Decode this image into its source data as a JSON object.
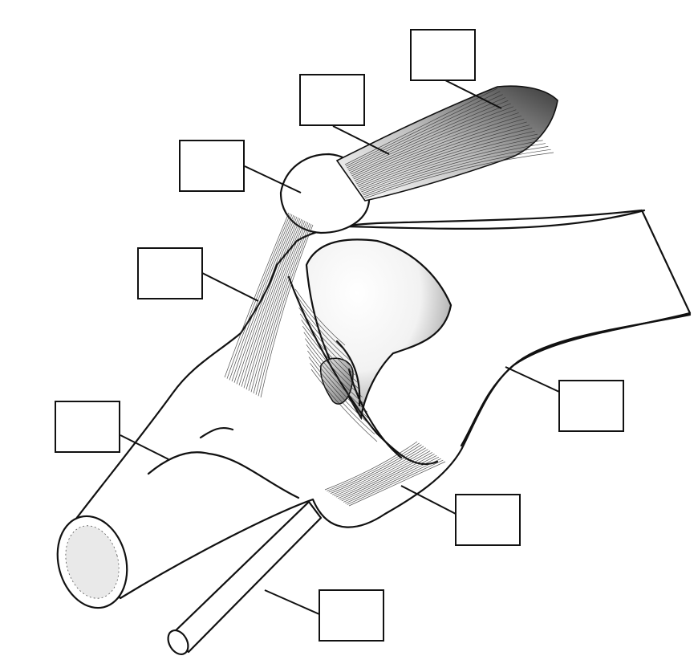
{
  "diagram": {
    "label_boxes": [
      {
        "id": "box-1",
        "text": ""
      },
      {
        "id": "box-2",
        "text": ""
      },
      {
        "id": "box-3",
        "text": ""
      },
      {
        "id": "box-4",
        "text": ""
      },
      {
        "id": "box-5",
        "text": ""
      },
      {
        "id": "box-6",
        "text": ""
      },
      {
        "id": "box-7",
        "text": ""
      },
      {
        "id": "box-8",
        "text": ""
      }
    ],
    "colors": {
      "stroke": "#111111",
      "background": "#ffffff",
      "shade": "#9a9a9a"
    }
  }
}
